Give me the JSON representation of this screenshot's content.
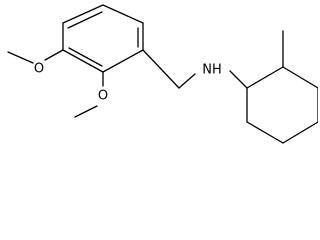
{
  "molecule": {
    "atoms": {
      "O1": "O",
      "O2": "O",
      "NH": "NH"
    }
  }
}
